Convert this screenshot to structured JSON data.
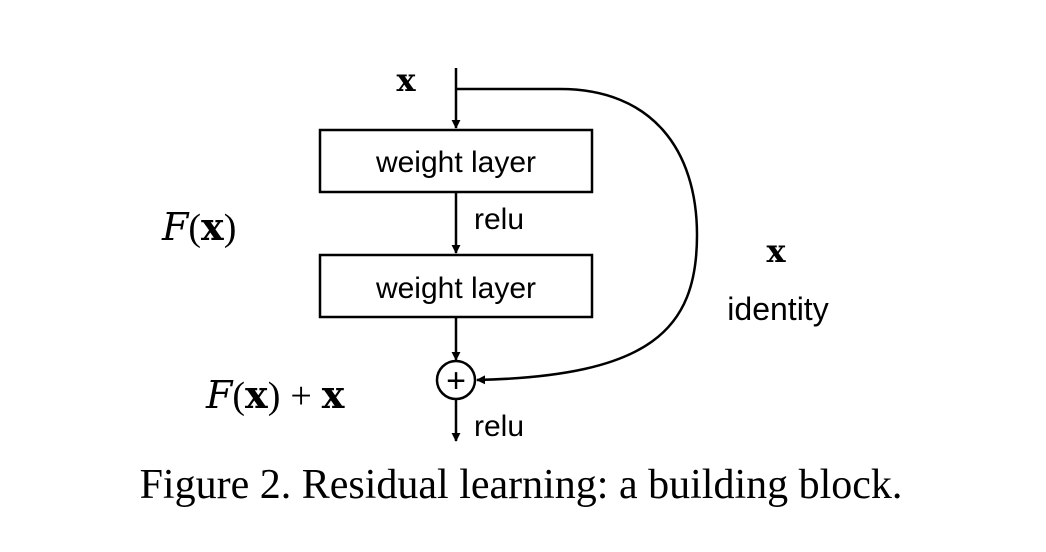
{
  "diagram": {
    "input_label": "x",
    "layers": [
      {
        "label": "weight layer"
      },
      {
        "label": "weight layer"
      }
    ],
    "inner_activation_label": "relu",
    "output_activation_label": "relu",
    "residual_function": {
      "symbol": "F",
      "open_paren": "(",
      "argument": "x",
      "close_paren": ")"
    },
    "output_expression": {
      "symbol": "F",
      "open_paren": "(",
      "argument": "x",
      "close_paren": ")",
      "operator": "+",
      "addend": "x"
    },
    "shortcut_variable": "x",
    "shortcut_label": "identity",
    "sum_node_symbol": "+"
  },
  "caption": "Figure 2. Residual learning: a building block."
}
